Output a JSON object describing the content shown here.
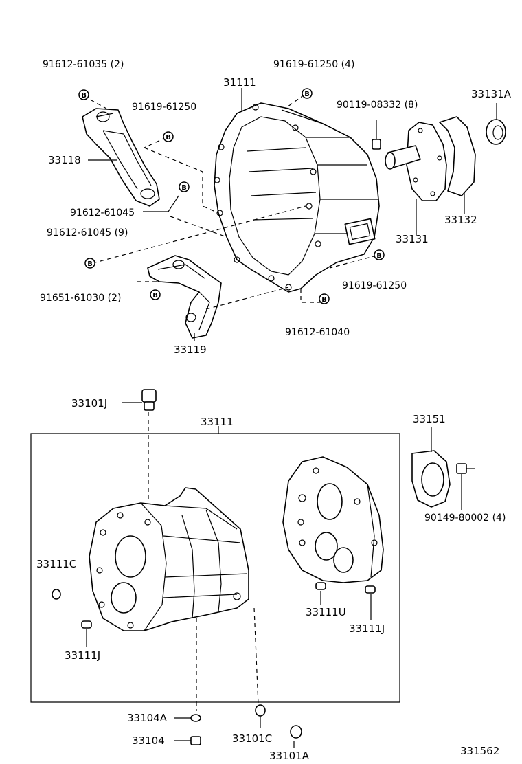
{
  "diagram": {
    "bolt_marker": "B",
    "figure_number": "331562",
    "labels": {
      "p91612_61035_2": "91612-61035 (2)",
      "p91619_61250_4": "91619-61250 (4)",
      "p31111": "31111",
      "p90119_08332_8": "90119-08332 (8)",
      "p33131A": "33131A",
      "p91619_61250_a": "91619-61250",
      "p33118": "33118",
      "p91612_61045": "91612-61045",
      "p91612_61045_9": "91612-61045 (9)",
      "p33132": "33132",
      "p33131": "33131",
      "p91651_61030_2": "91651-61030 (2)",
      "p91619_61250_b": "91619-61250",
      "p91612_61040": "91612-61040",
      "p33119": "33119",
      "p33101J": "33101J",
      "p33111": "33111",
      "p33151": "33151",
      "p90149_80002_4": "90149-80002 (4)",
      "p33111C": "33111C",
      "p33111U": "33111U",
      "p33111J_a": "33111J",
      "p33111J_b": "33111J",
      "p33104A": "33104A",
      "p33104": "33104",
      "p33101C": "33101C",
      "p33101A": "33101A"
    }
  }
}
